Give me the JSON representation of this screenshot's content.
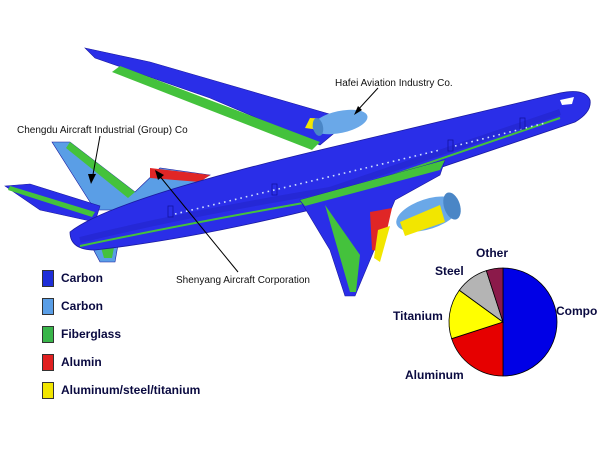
{
  "callouts": {
    "hafei": "Hafei Aviation Industry Co.",
    "chengdu": "Chengdu Aircraft Industrial (Group)  Co",
    "shenyang": "Shenyang Aircraft Corporation"
  },
  "legend": [
    {
      "label": "Carbon",
      "color": "#1e2ed8"
    },
    {
      "label": "Carbon",
      "color": "#5a9ee6"
    },
    {
      "label": "Fiberglass",
      "color": "#39b54a"
    },
    {
      "label": "Alumin",
      "color": "#e02020"
    },
    {
      "label": "Aluminum/steel/titanium",
      "color": "#f2e600"
    }
  ],
  "colors": {
    "fuselage": "#2a2ee8",
    "fuselage_dark": "#1f22c4",
    "engine": "#6aa8e8",
    "trim_green": "#44c23c",
    "trim_red": "#e02626",
    "trim_yellow": "#f2e600"
  },
  "chart_data": {
    "type": "pie",
    "slices": [
      {
        "label": "Compo",
        "value": 50,
        "color": "#0000e6"
      },
      {
        "label": "Aluminum",
        "value": 20,
        "color": "#e60000"
      },
      {
        "label": "Titanium",
        "value": 15,
        "color": "#ffff00"
      },
      {
        "label": "Steel",
        "value": 10,
        "color": "#b4b4b4"
      },
      {
        "label": "Other",
        "value": 5,
        "color": "#8b1a4a"
      }
    ]
  }
}
